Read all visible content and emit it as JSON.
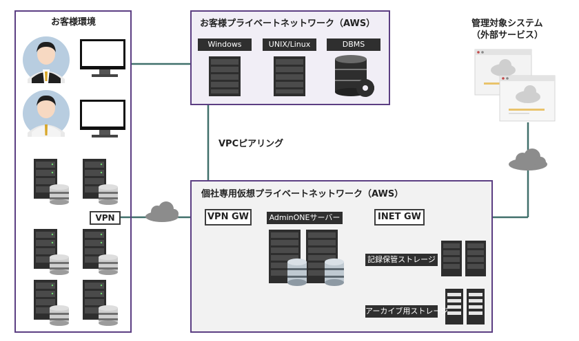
{
  "customer_env": {
    "title": "お客様環境"
  },
  "customer_aws": {
    "title": "お客様プライベートネットワーク（AWS）",
    "columns": [
      "Windows",
      "UNIX/Linux",
      "DBMS"
    ]
  },
  "managed_system": {
    "title_line1": "管理対象システム",
    "title_line2": "（外部サービス）"
  },
  "vpc_peering": "VPCピアリング",
  "dedicated_aws": {
    "title": "個社専用仮想プライベートネットワーク（AWS）",
    "vpn_gw": "VPN GW",
    "server_label": "AdminONEサーバー",
    "inet_gw": "INET GW",
    "record_storage": "記録保管ストレージ",
    "archive_storage": "アーカイブ用ストレージ"
  },
  "vpn_label": "VPN",
  "colors": {
    "border": "#5b3d82",
    "line": "#3f6f6a",
    "cloud": "#8c8c8c",
    "server": "#2e2e2e",
    "gray_bg": "#f2f2f2"
  }
}
